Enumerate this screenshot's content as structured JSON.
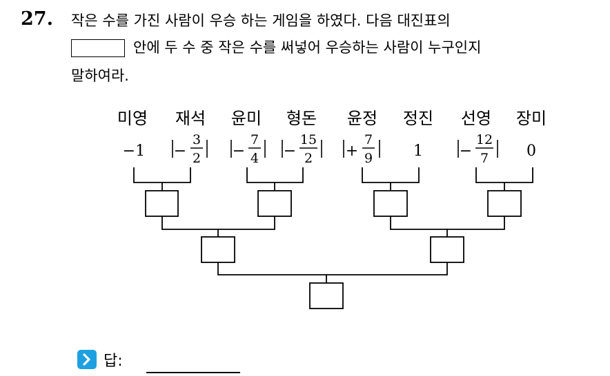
{
  "question": {
    "number": "27.",
    "line1": "작은 수를 가진 사람이 우승 하는 게임을 하였다. 다음 대진표의",
    "line2": "안에 두 수 중 작은 수를 써넣어 우승하는 사람이 누구인지",
    "line3": "말하여라."
  },
  "players": [
    {
      "name": "미영"
    },
    {
      "name": "재석"
    },
    {
      "name": "윤미"
    },
    {
      "name": "형돈"
    },
    {
      "name": "윤정"
    },
    {
      "name": "정진"
    },
    {
      "name": "선영"
    },
    {
      "name": "장미"
    }
  ],
  "values": {
    "v1": "−1",
    "v2": {
      "sign": "−",
      "num": "3",
      "den": "2"
    },
    "v3": {
      "sign": "−",
      "num": "7",
      "den": "4"
    },
    "v4": {
      "sign": "−",
      "num": "15",
      "den": "2"
    },
    "v5": {
      "sign": "+",
      "num": "7",
      "den": "9"
    },
    "v6": "1",
    "v7": {
      "sign": "−",
      "num": "12",
      "den": "7"
    },
    "v8": "0"
  },
  "answer": {
    "label": "답:",
    "icon": "chevron-right-icon",
    "icon_color": "#1ea0e0"
  }
}
